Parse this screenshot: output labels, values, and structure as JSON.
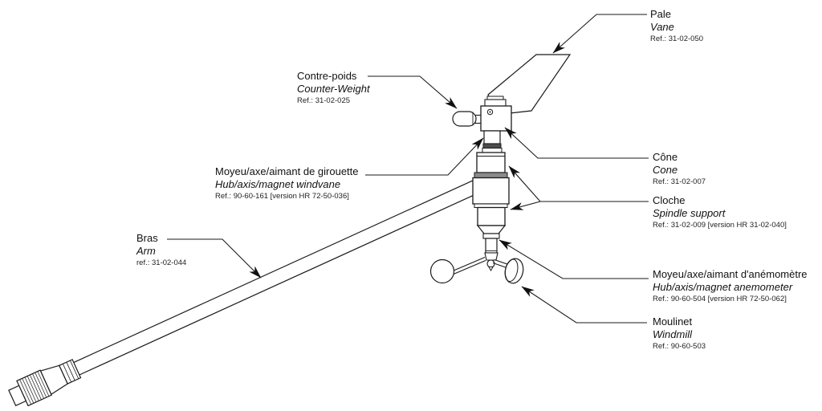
{
  "diagram": {
    "type": "technical-parts-diagram",
    "colors": {
      "line": "#1a1a1a",
      "background": "#ffffff",
      "band_dark": "#4d4d4d",
      "band_mid": "#8a8a8a"
    },
    "labels": {
      "pale": {
        "fr": "Pale",
        "en": "Vane",
        "ref": "Ref.: 31-02-050"
      },
      "contre_poids": {
        "fr": "Contre-poids",
        "en": "Counter-Weight",
        "ref": "Ref.: 31-02-025"
      },
      "cone": {
        "fr": "Cône",
        "en": "Cone",
        "ref": "Ref.: 31-02-007"
      },
      "cloche": {
        "fr": "Cloche",
        "en": "Spindle support",
        "ref": "Ref.: 31-02-009 [version HR 31-02-040]"
      },
      "girouette": {
        "fr": "Moyeu/axe/aimant de girouette",
        "en": "Hub/axis/magnet windvane",
        "ref": "Ref.: 90-60-161 [version HR 72-50-036]"
      },
      "bras": {
        "fr": "Bras",
        "en": "Arm",
        "ref": "ref.: 31-02-044"
      },
      "anemometre": {
        "fr": "Moyeu/axe/aimant d'anémomètre",
        "en": "Hub/axis/magnet anemometer",
        "ref": "Ref.: 90-60-504 [version HR 72-50-062]"
      },
      "moulinet": {
        "fr": "Moulinet",
        "en": "Windmill",
        "ref": "Ref.: 90-60-503"
      }
    }
  }
}
